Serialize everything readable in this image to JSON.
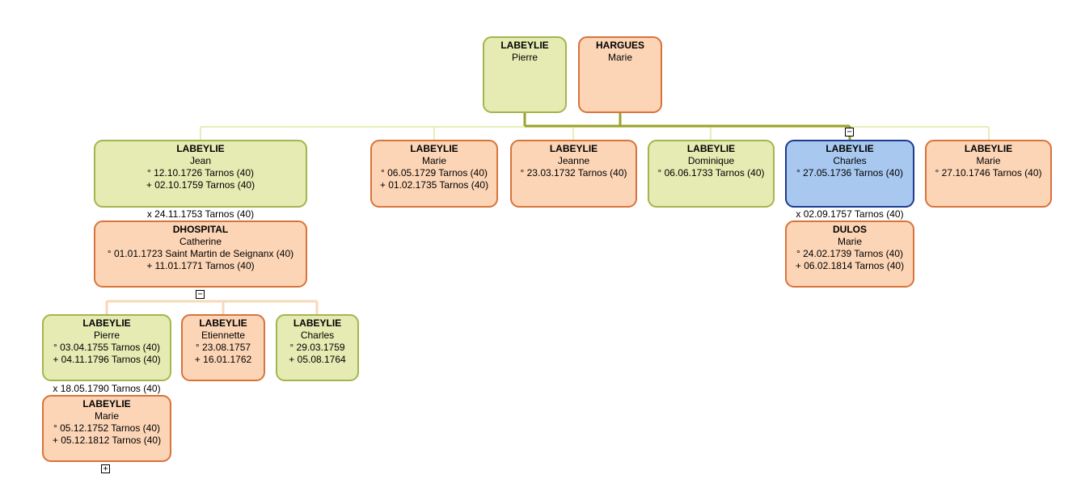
{
  "people": [
    {
      "id": "p1",
      "sex": "m",
      "name": "LABEYLIE",
      "given": "Pierre",
      "lines": []
    },
    {
      "id": "p2",
      "sex": "f",
      "name": "HARGUES",
      "given": "Marie",
      "lines": []
    },
    {
      "id": "c1",
      "sex": "m",
      "name": "LABEYLIE",
      "given": "Jean",
      "lines": [
        "° 12.10.1726 Tarnos (40)",
        "+ 02.10.1759 Tarnos (40)"
      ]
    },
    {
      "id": "c2",
      "sex": "f",
      "name": "LABEYLIE",
      "given": "Marie",
      "lines": [
        "° 06.05.1729 Tarnos (40)",
        "+ 01.02.1735 Tarnos (40)"
      ]
    },
    {
      "id": "c3",
      "sex": "f",
      "name": "LABEYLIE",
      "given": "Jeanne",
      "lines": [
        "° 23.03.1732 Tarnos (40)"
      ]
    },
    {
      "id": "c4",
      "sex": "m",
      "name": "LABEYLIE",
      "given": "Dominique",
      "lines": [
        "° 06.06.1733 Tarnos (40)"
      ]
    },
    {
      "id": "c5",
      "sex": "sel",
      "name": "LABEYLIE",
      "given": "Charles",
      "lines": [
        "° 27.05.1736 Tarnos (40)"
      ]
    },
    {
      "id": "c6",
      "sex": "f",
      "name": "LABEYLIE",
      "given": "Marie",
      "lines": [
        "° 27.10.1746 Tarnos (40)"
      ]
    },
    {
      "id": "s1",
      "sex": "f",
      "name": "DHOSPITAL",
      "given": "Catherine",
      "lines": [
        "° 01.01.1723 Saint Martin de Seignanx (40)",
        "+ 11.01.1771 Tarnos (40)"
      ]
    },
    {
      "id": "s5",
      "sex": "f",
      "name": "DULOS",
      "given": "Marie",
      "lines": [
        "° 24.02.1739 Tarnos (40)",
        "+ 06.02.1814 Tarnos (40)"
      ]
    },
    {
      "id": "g1",
      "sex": "m",
      "name": "LABEYLIE",
      "given": "Pierre",
      "lines": [
        "° 03.04.1755 Tarnos (40)",
        "+ 04.11.1796 Tarnos (40)"
      ]
    },
    {
      "id": "g2",
      "sex": "f",
      "name": "LABEYLIE",
      "given": "Etiennette",
      "lines": [
        "° 23.08.1757",
        "+ 16.01.1762"
      ]
    },
    {
      "id": "g3",
      "sex": "m",
      "name": "LABEYLIE",
      "given": "Charles",
      "lines": [
        "° 29.03.1759",
        "+ 05.08.1764"
      ]
    },
    {
      "id": "gs1",
      "sex": "f",
      "name": "LABEYLIE",
      "given": "Marie",
      "lines": [
        "° 05.12.1752 Tarnos (40)",
        "+ 05.12.1812 Tarnos (40)"
      ]
    }
  ],
  "marriages": [
    {
      "id": "m1",
      "text": "x 24.11.1753 Tarnos (40)"
    },
    {
      "id": "m5",
      "text": "x 02.09.1757 Tarnos (40)"
    },
    {
      "id": "mg1",
      "text": "x 18.05.1790 Tarnos (40)"
    }
  ],
  "toggles": [
    {
      "id": "t_c5",
      "symbol": "−",
      "action": "collapse"
    },
    {
      "id": "t_s1",
      "symbol": "−",
      "action": "collapse"
    },
    {
      "id": "t_gs1",
      "symbol": "+",
      "action": "expand"
    }
  ],
  "colors": {
    "male_fill": "#e5ebb2",
    "male_border": "#a3b54e",
    "female_fill": "#fcd5b6",
    "female_border": "#d8733c",
    "selected_fill": "#a8c8f0",
    "selected_border": "#1e3a8f",
    "link_light": "#e8edb8",
    "link_strong": "#9aa32a",
    "link_peach": "#f9d7b8"
  }
}
